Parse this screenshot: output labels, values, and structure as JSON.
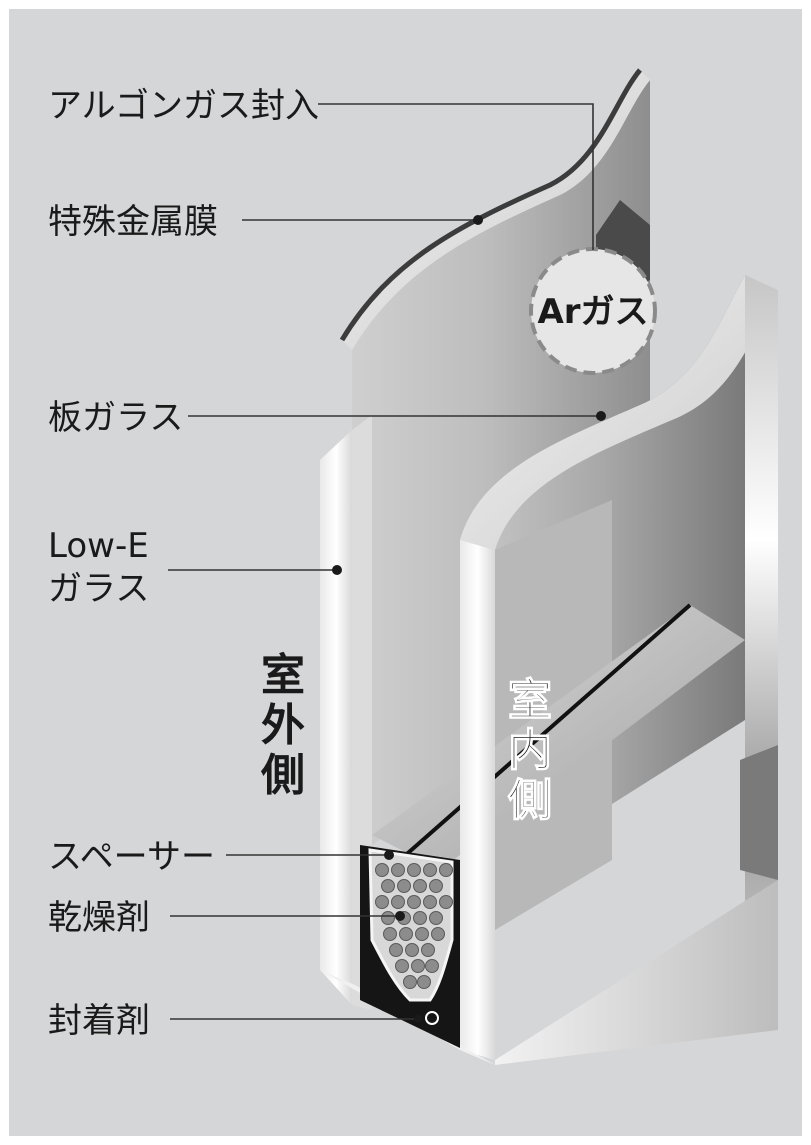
{
  "colors": {
    "frame_bg": "#d5d6d8",
    "page_bg": "#ffffff",
    "text": "#1a1a1a",
    "glass_light": "#f4f4f4",
    "glass_mid": "#a9a9a9",
    "glass_dark": "#5c5c5c",
    "sealant": "#151515",
    "desiccant": "#8c8c8c"
  },
  "labels": {
    "argon_fill": "アルゴンガス封入",
    "metal_film": "特殊金属膜",
    "plate_glass": "板ガラス",
    "lowe_line1": "Low-E",
    "lowe_line2": "ガラス",
    "spacer": "スペーサー",
    "desiccant": "乾燥剤",
    "sealant": "封着剤"
  },
  "callout": {
    "ar_gas": "Arガス"
  },
  "side_labels": {
    "outdoor": [
      "室",
      "外",
      "側"
    ],
    "indoor": [
      "室",
      "内",
      "側"
    ]
  }
}
